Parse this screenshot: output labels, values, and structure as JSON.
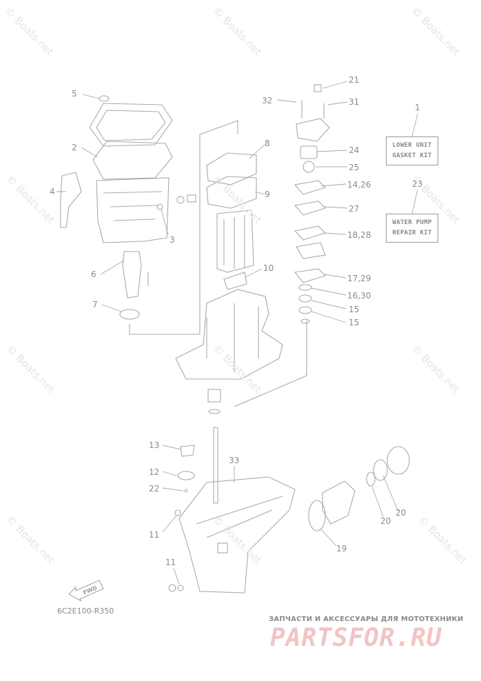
{
  "diagram": {
    "code": "6C2E100-R350",
    "kits": [
      {
        "id": "1",
        "line1": "LOWER UNIT",
        "line2": "GASKET KIT"
      },
      {
        "id": "23",
        "line1": "WATER PUMP",
        "line2": "REPAIR KIT"
      }
    ],
    "labels": [
      "5",
      "2",
      "4",
      "3",
      "6",
      "7",
      "8",
      "9",
      "10",
      "21",
      "32",
      "31",
      "24",
      "25",
      "14,26",
      "27",
      "18,28",
      "17,29",
      "16,30",
      "15",
      "15",
      "1",
      "23",
      "13",
      "12",
      "22",
      "33",
      "11",
      "11",
      "19",
      "20",
      "20"
    ],
    "fwd_label": "FWD",
    "watermark": "© Boats.net",
    "shop_tagline": "ЗАПЧАСТИ И АКСЕССУАРЫ ДЛЯ МОТОТЕХНИКИ",
    "shop_logo": "PARTSFOR.RU",
    "colors": {
      "line": "#a8a8a8",
      "text": "#8a8a8a",
      "watermark": "#e4e4e4",
      "logo": "#f2c4c4"
    }
  }
}
